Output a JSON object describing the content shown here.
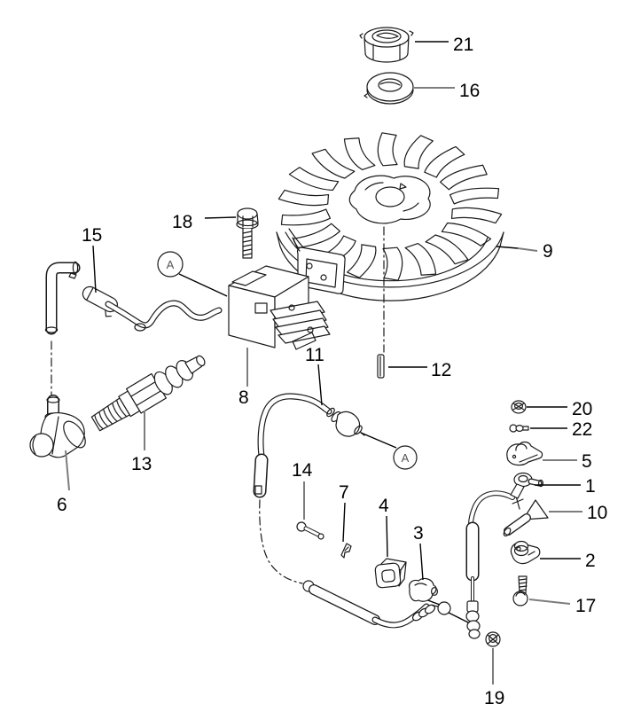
{
  "diagram": {
    "type": "exploded-parts-diagram",
    "background": "#ffffff",
    "line_color": "#1a1a1a",
    "label_color": "#000000",
    "leader_gray_color": "#7d7d7d",
    "callouts": {
      "1": {
        "label": "1"
      },
      "2": {
        "label": "2"
      },
      "3": {
        "label": "3"
      },
      "4": {
        "label": "4"
      },
      "5": {
        "label": "5"
      },
      "6": {
        "label": "6"
      },
      "7": {
        "label": "7"
      },
      "8": {
        "label": "8"
      },
      "9": {
        "label": "9"
      },
      "10": {
        "label": "10"
      },
      "11": {
        "label": "11"
      },
      "12": {
        "label": "12"
      },
      "13": {
        "label": "13"
      },
      "14": {
        "label": "14"
      },
      "15": {
        "label": "15"
      },
      "16": {
        "label": "16"
      },
      "17": {
        "label": "17"
      },
      "18": {
        "label": "18"
      },
      "19": {
        "label": "19"
      },
      "20": {
        "label": "20"
      },
      "21": {
        "label": "21"
      },
      "22": {
        "label": "22"
      }
    },
    "ref_markers": {
      "a1": {
        "label": "A"
      },
      "a2": {
        "label": "A"
      }
    }
  }
}
